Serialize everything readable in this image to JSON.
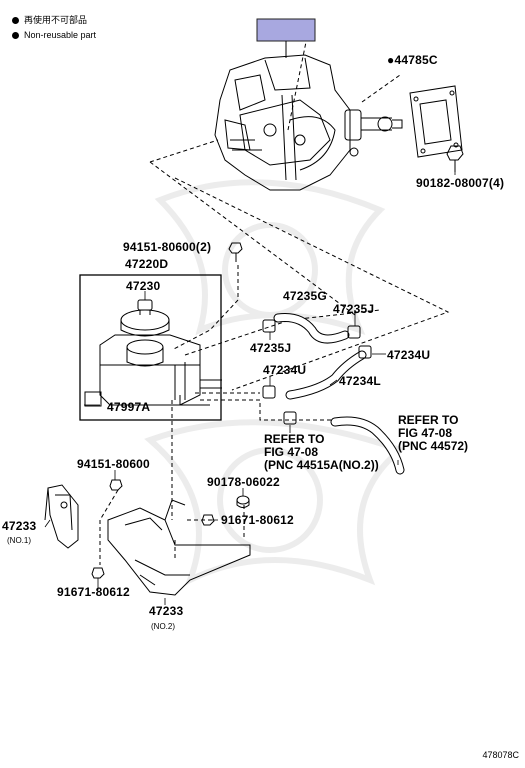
{
  "legend": {
    "jp": "再使用不可部品",
    "en": "Non-reusable part"
  },
  "doc_id": "478078C",
  "highlight_box": {
    "color": "#a8a8e0"
  },
  "labels": {
    "p44785c": "●44785C",
    "p90182": "90182-08007(4)",
    "p94151_top": "94151-80600(2)",
    "p47220d": "47220D",
    "p47230": "47230",
    "p47997a": "47997A",
    "p47235g": "47235G",
    "p47235j_r": "47235J",
    "p47235j_l": "47235J",
    "p47234u_r": "47234U",
    "p47234u_l": "47234U",
    "p47234l": "47234L",
    "p94151_mid": "94151-80600",
    "p90178": "90178-06022",
    "p91671_r": "91671-80612",
    "p91671_l": "91671-80612",
    "p47233_l": "47233",
    "p47233_l_sub": "(NO.1)",
    "p47233_b": "47233",
    "p47233_b_sub": "(NO.2)"
  },
  "refs": {
    "left": [
      "REFER TO",
      "FIG 47-08",
      "(PNC 44515A(NO.2))"
    ],
    "right": [
      "REFER TO",
      "FIG 47-08",
      "(PNC 44572)"
    ]
  }
}
